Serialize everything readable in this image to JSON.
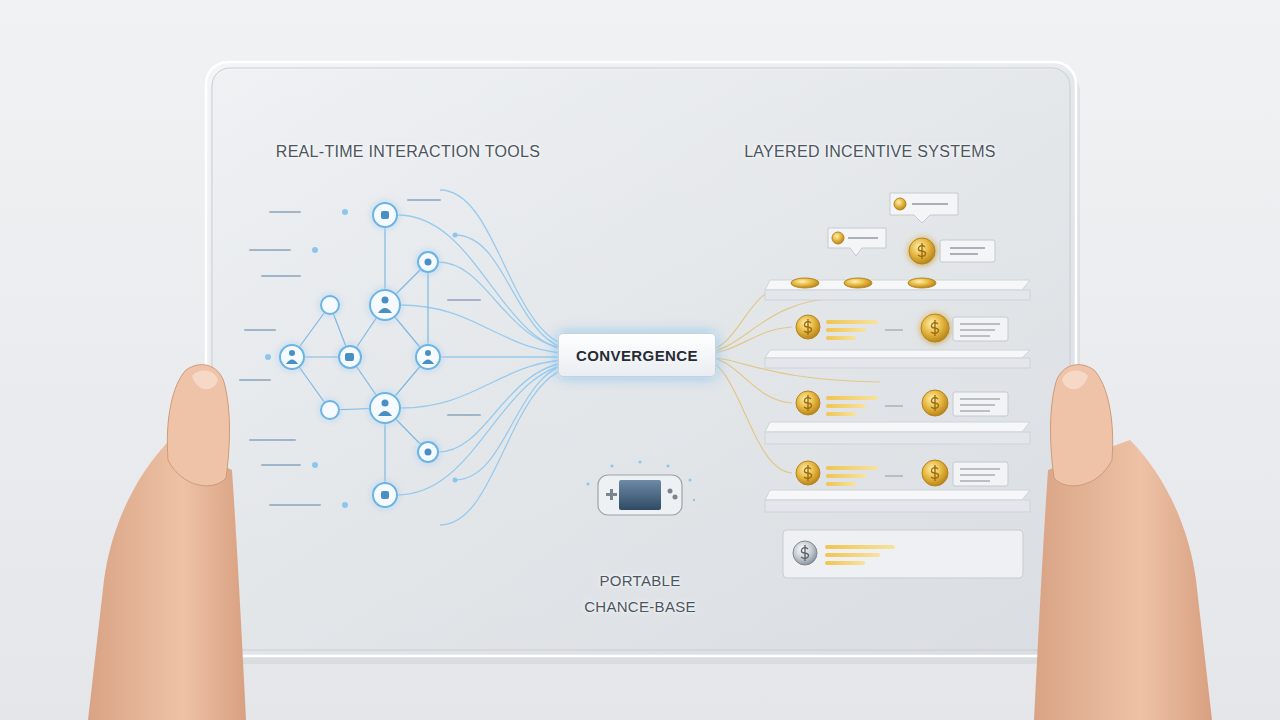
{
  "diagram": {
    "nodes": [
      {
        "text": [
          "CONVERGENCE"
        ]
      }
    ],
    "labels": [
      "REAL-TIME INTERACTION TOOLS",
      "LAYERED INCENTIVE SYSTEMS",
      "PORTABLE CHANCE-BASE"
    ]
  }
}
